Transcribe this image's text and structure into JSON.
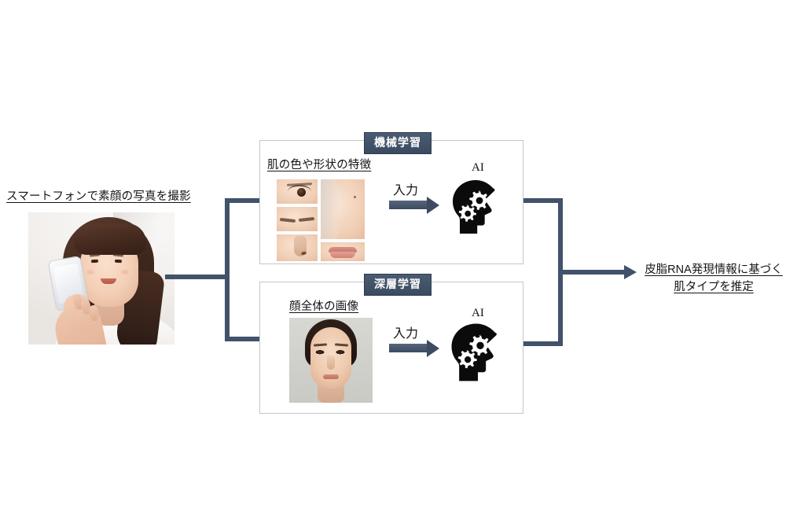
{
  "diagram": {
    "title": "AI skin type estimation flow",
    "background_color": "#ffffff",
    "accent_color": "#41526b",
    "badge_color": "#3b4a60",
    "box_border_color": "#c3c6c9"
  },
  "capture": {
    "caption": "スマートフォンで素顔の写真を撮影",
    "photo_alt": "スマートフォンを持つ女性の写真"
  },
  "branches": [
    {
      "id": "machine-learning",
      "badge": "機械学習",
      "feature_label": "肌の色や形状の特徴",
      "input_label": "入力",
      "ai_label": "AI",
      "patches": [
        {
          "name": "eye",
          "alt": "目元の拡大写真"
        },
        {
          "name": "eyebrow",
          "alt": "眉の拡大写真"
        },
        {
          "name": "nose",
          "alt": "鼻の拡大写真"
        },
        {
          "name": "cheek",
          "alt": "頬の拡大写真"
        },
        {
          "name": "lips",
          "alt": "唇の拡大写真"
        }
      ]
    },
    {
      "id": "deep-learning",
      "badge": "深層学習",
      "feature_label": "顔全体の画像",
      "input_label": "入力",
      "ai_label": "AI",
      "photo_alt": "顔全体の正面写真"
    }
  ],
  "result": {
    "line1": "皮脂RNA発現情報に基づく",
    "line2": "肌タイプを推定"
  },
  "icons": {
    "ai_head": "head-with-gears-icon",
    "arrow": "right-arrow-icon",
    "split_connector": "split-connector-icon",
    "merge_connector": "merge-connector-icon"
  }
}
